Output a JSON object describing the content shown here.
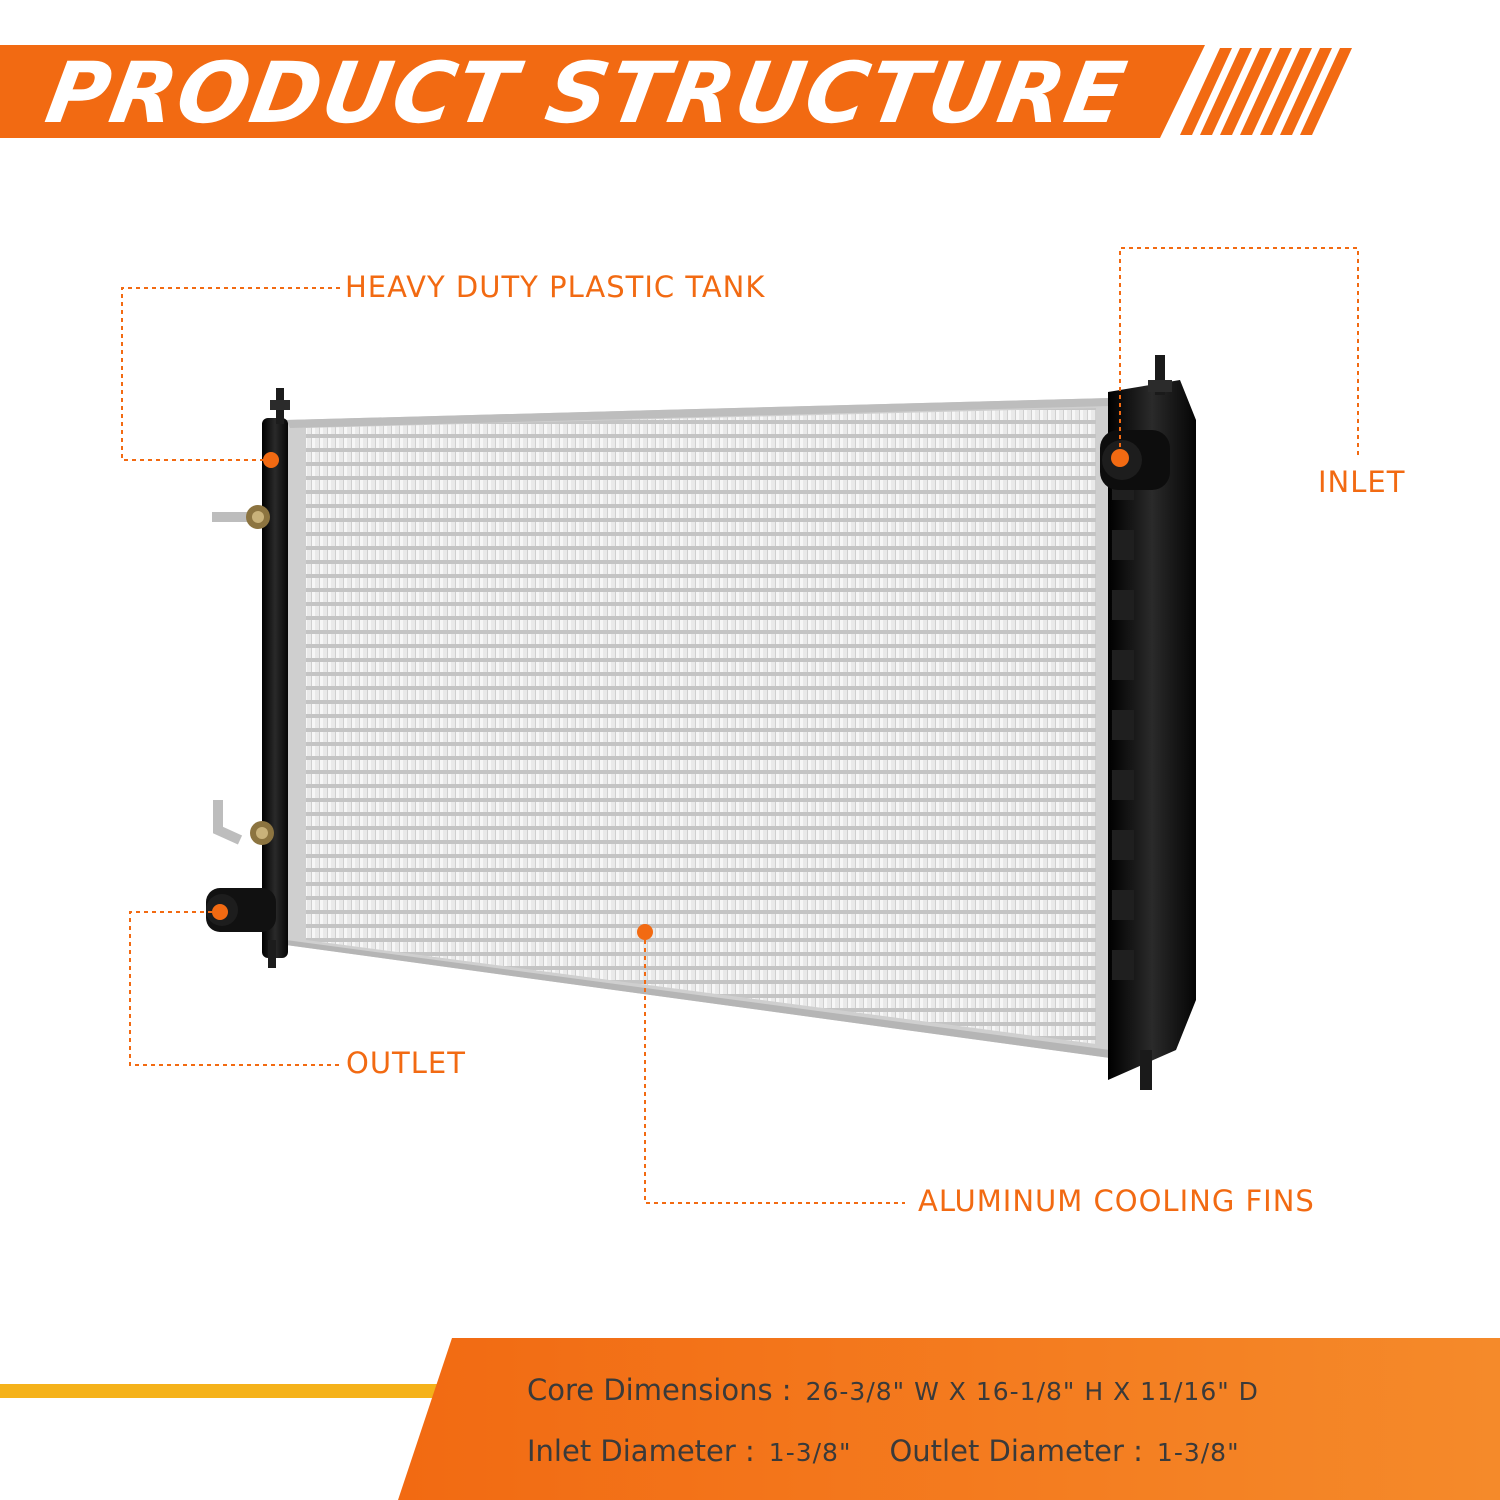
{
  "header": {
    "title": "PRODUCT STRUCTURE"
  },
  "callouts": {
    "tank": "HEAVY DUTY PLASTIC TANK",
    "inlet": "INLET",
    "outlet": "OUTLET",
    "fins": "ALUMINUM COOLING FINS"
  },
  "specs": {
    "core_label": "Core Dimensions :",
    "core_value": "26-3/8\" W X 16-1/8\" H X 11/16\" D",
    "inlet_label": "Inlet Diameter :",
    "inlet_value": "1-3/8\"",
    "outlet_label": "Outlet Diameter :",
    "outlet_value": "1-3/8\""
  },
  "colors": {
    "accent": "#f26a12",
    "accent_light": "#f5a623",
    "tank": "#101010",
    "core": "#d6d6d6"
  }
}
